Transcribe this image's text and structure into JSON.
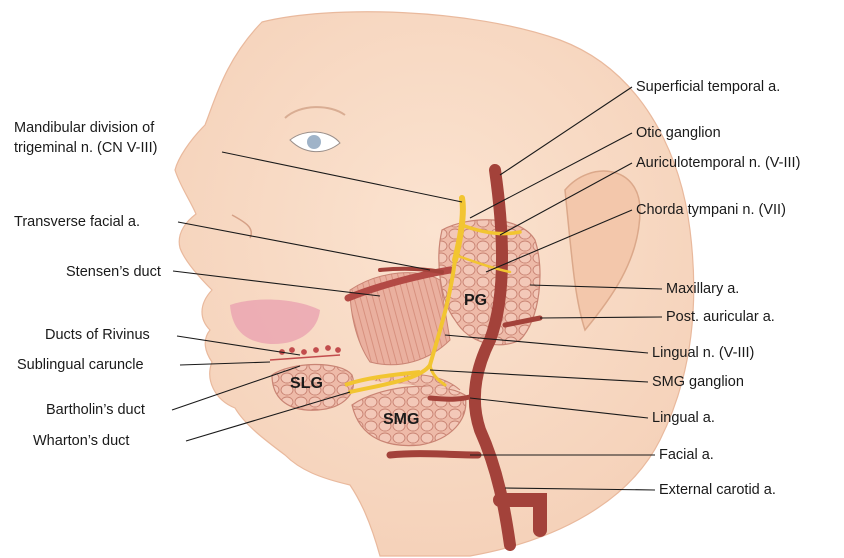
{
  "labels_left": [
    {
      "id": "mandibular",
      "text": "Mandibular division of\ntrigeminal n. (CN V-III)"
    },
    {
      "id": "transverse_facial",
      "text": "Transverse facial a."
    },
    {
      "id": "stensen",
      "text": "Stensen’s duct"
    },
    {
      "id": "rivinus",
      "text": "Ducts of Rivinus"
    },
    {
      "id": "caruncle",
      "text": "Sublingual caruncle"
    },
    {
      "id": "bartholin",
      "text": "Bartholin’s duct"
    },
    {
      "id": "wharton",
      "text": "Wharton’s duct"
    }
  ],
  "labels_right": [
    {
      "id": "superficial_temporal",
      "text": "Superficial temporal a."
    },
    {
      "id": "otic",
      "text": "Otic ganglion"
    },
    {
      "id": "auriculotemporal",
      "text": "Auriculotemporal n. (V-III)"
    },
    {
      "id": "chorda",
      "text": "Chorda tympani n. (VII)"
    },
    {
      "id": "maxillary",
      "text": "Maxillary a."
    },
    {
      "id": "post_auricular",
      "text": "Post. auricular a."
    },
    {
      "id": "lingual_n",
      "text": "Lingual n. (V-III)"
    },
    {
      "id": "smg_ganglion",
      "text": "SMG ganglion"
    },
    {
      "id": "lingual_a",
      "text": "Lingual a."
    },
    {
      "id": "facial_a",
      "text": "Facial a."
    },
    {
      "id": "external_carotid",
      "text": "External carotid a."
    }
  ],
  "organs": {
    "pg": "PG",
    "slg": "SLG",
    "smg": "SMG"
  },
  "colors": {
    "skin": "#f9dcc6",
    "artery": "#a3423a",
    "nerve": "#f2c531",
    "gland": "#edb8a6",
    "muscle": "#e6a593",
    "lips": "#eaa3b0",
    "leader": "#1a1a1a"
  }
}
